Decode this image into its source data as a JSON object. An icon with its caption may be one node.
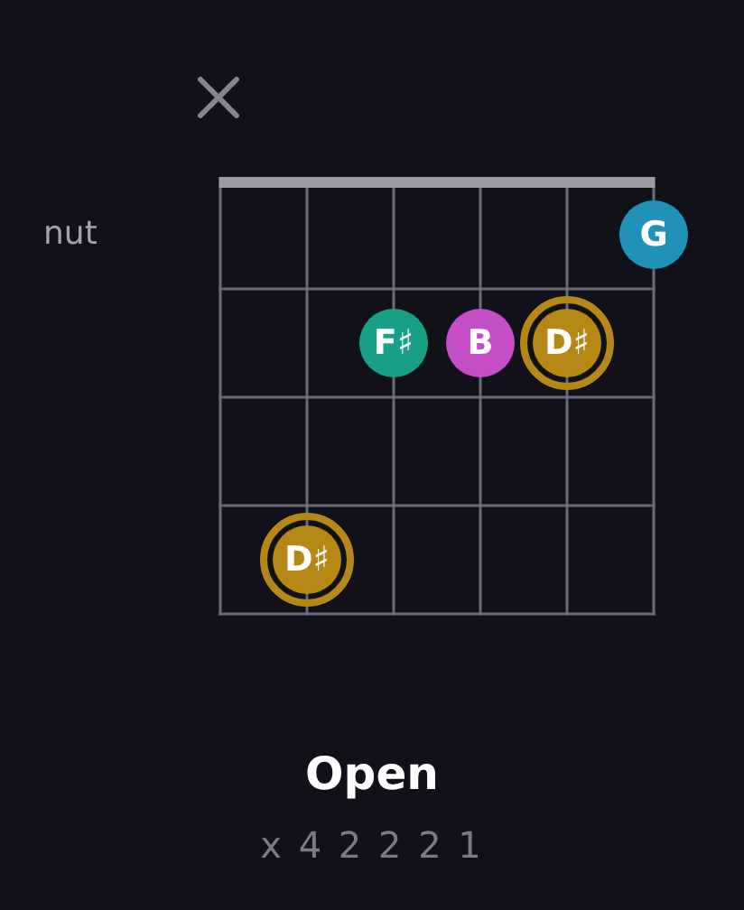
{
  "diagram": {
    "title": "Open",
    "nodes": [
      {
        "text": [
          "G"
        ]
      },
      {
        "text": [
          "F♯"
        ]
      },
      {
        "text": [
          "B"
        ]
      },
      {
        "text": [
          "D♯"
        ]
      },
      {
        "text": [
          "D♯"
        ]
      }
    ],
    "labels": [
      "nut",
      "x 4 2 2 2 1"
    ]
  }
}
